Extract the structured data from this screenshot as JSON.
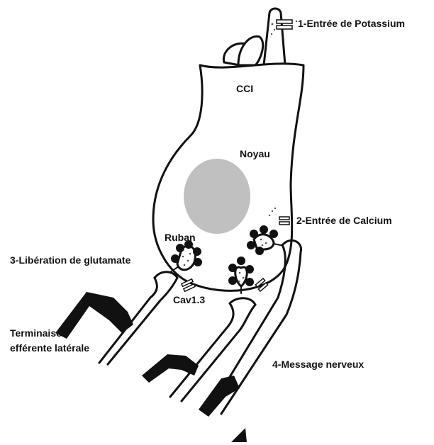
{
  "labels": {
    "potassium": "1-Entrée de Potassium",
    "cci": "CCI",
    "noyau": "Noyau",
    "calcium": "2-Entrée de Calcium",
    "ruban": "Ruban",
    "glutamate": "3-Libération de glutamate",
    "cav": "Cav1.3",
    "terminaison_line1": "Terminaison",
    "terminaison_line2": "efférente latérale",
    "message": "4-Message nerveux"
  },
  "colors": {
    "ink": "#111111",
    "nucleus": "#c0c0c0",
    "background": "#ffffff"
  }
}
